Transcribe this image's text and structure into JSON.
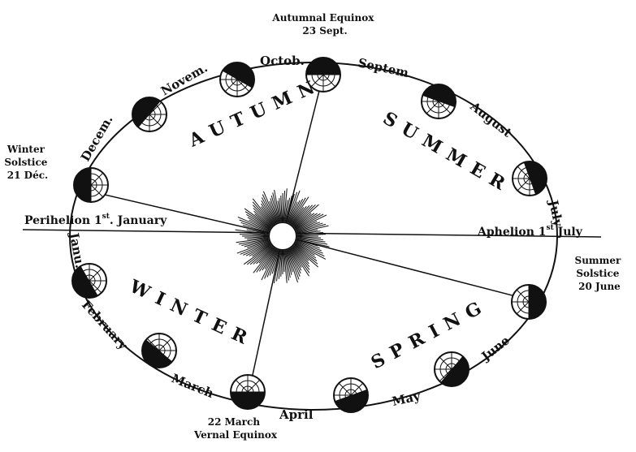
{
  "labels": {
    "autumnal_equinox": {
      "line1": "Autumnal Equinox",
      "line2": "23 Sept."
    },
    "vernal_equinox": {
      "line1": "22 March",
      "line2": "Vernal Equinox"
    },
    "winter_solstice": {
      "line1": "Winter",
      "line2": "Solstice",
      "line3": "21 Déc."
    },
    "summer_solstice": {
      "line1": "Summer",
      "line2": "Solstice",
      "line3": "20 June"
    },
    "perihelion": {
      "text": "Perihelion ",
      "sup": "st",
      "day": "1",
      "tail": ". January"
    },
    "aphelion": {
      "text": "Aphelion ",
      "day": "1",
      "sup": "st",
      "tail": " July"
    }
  },
  "seasons": {
    "autumn": "AUTUMN",
    "summer": "SUMMER",
    "winter": "WINTER",
    "spring": "SPRING"
  },
  "months": {
    "october": "Octob.",
    "november": "Novem.",
    "december": "Decem.",
    "january": "Janu.",
    "february": "February",
    "march": "March",
    "april": "April",
    "may": "May",
    "june": "June",
    "july": "July",
    "august": "August",
    "september": "Septem"
  },
  "colors": {
    "ink": "#111111",
    "paper": "#ffffff"
  }
}
